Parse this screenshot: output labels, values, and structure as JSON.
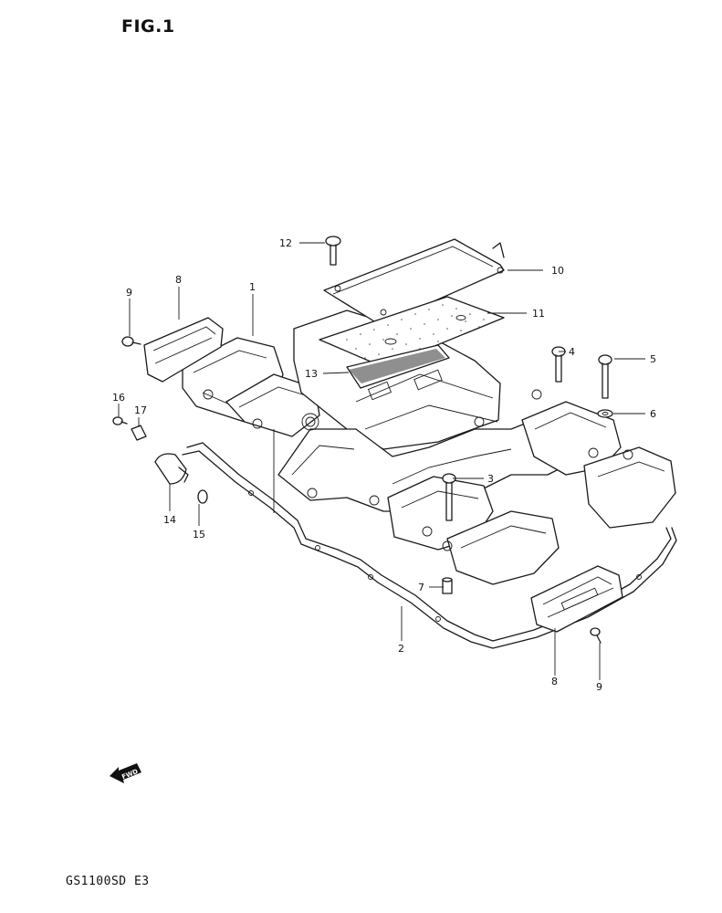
{
  "figure": {
    "title": "FIG.1",
    "model_code": "GS1100SD  E3",
    "fwd_label": "FWD"
  },
  "parts": [
    {
      "id": "part-1",
      "label": "1",
      "name": "cylinder-head-cover"
    },
    {
      "id": "part-2",
      "label": "2",
      "name": "cover-gasket"
    },
    {
      "id": "part-3",
      "label": "3",
      "name": "bolt"
    },
    {
      "id": "part-4",
      "label": "4",
      "name": "bolt"
    },
    {
      "id": "part-5",
      "label": "5",
      "name": "bolt"
    },
    {
      "id": "part-6",
      "label": "6",
      "name": "washer"
    },
    {
      "id": "part-7",
      "label": "7",
      "name": "dowel-pin"
    },
    {
      "id": "part-8a",
      "label": "8",
      "name": "end-cap-left"
    },
    {
      "id": "part-8b",
      "label": "8",
      "name": "end-cap-right"
    },
    {
      "id": "part-9a",
      "label": "9",
      "name": "screw-left"
    },
    {
      "id": "part-9b",
      "label": "9",
      "name": "screw-right"
    },
    {
      "id": "part-10",
      "label": "10",
      "name": "breather-cover"
    },
    {
      "id": "part-11",
      "label": "11",
      "name": "breather-gasket"
    },
    {
      "id": "part-12",
      "label": "12",
      "name": "bolt"
    },
    {
      "id": "part-13",
      "label": "13",
      "name": "breather-element"
    },
    {
      "id": "part-14",
      "label": "14",
      "name": "cap"
    },
    {
      "id": "part-15",
      "label": "15",
      "name": "o-ring"
    },
    {
      "id": "part-16",
      "label": "16",
      "name": "screw"
    },
    {
      "id": "part-17",
      "label": "17",
      "name": "clamp"
    }
  ]
}
